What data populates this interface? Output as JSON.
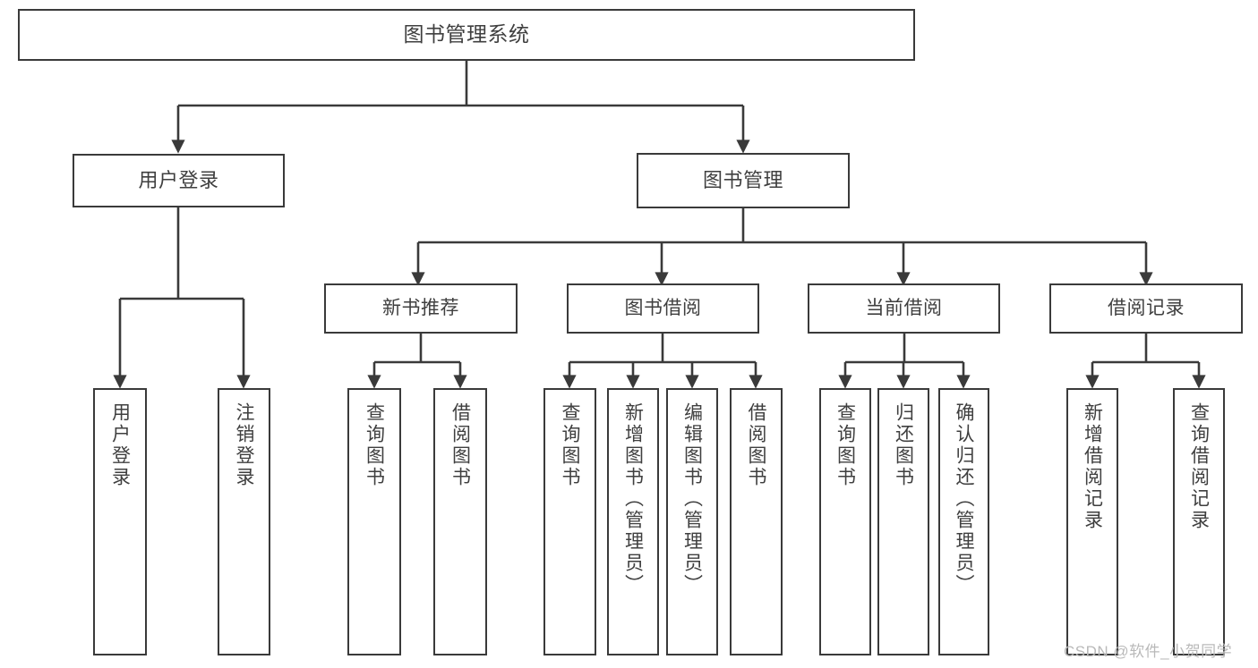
{
  "diagram": {
    "type": "tree",
    "title": "图书管理系统",
    "stroke_color": "#3a3a3a",
    "text_color": "#3f3f3f",
    "background": "#ffffff"
  },
  "root": {
    "label": "图书管理系统"
  },
  "level1": [
    {
      "id": "user-login",
      "label": "用户登录"
    },
    {
      "id": "book-management",
      "label": "图书管理"
    }
  ],
  "level2": [
    {
      "id": "new-book-recommend",
      "label": "新书推荐",
      "parent": "book-management"
    },
    {
      "id": "book-borrow",
      "label": "图书借阅",
      "parent": "book-management"
    },
    {
      "id": "current-borrow",
      "label": "当前借阅",
      "parent": "book-management"
    },
    {
      "id": "borrow-record",
      "label": "借阅记录",
      "parent": "book-management"
    }
  ],
  "leaves": [
    {
      "id": "leaf-user-login",
      "label": "用户登录",
      "parent": "user-login"
    },
    {
      "id": "leaf-logout-login",
      "label": "注销登录",
      "parent": "user-login"
    },
    {
      "id": "leaf-query-book-1",
      "label": "查询图书",
      "parent": "new-book-recommend"
    },
    {
      "id": "leaf-borrow-book-1",
      "label": "借阅图书",
      "parent": "new-book-recommend"
    },
    {
      "id": "leaf-query-book-2",
      "label": "查询图书",
      "parent": "book-borrow"
    },
    {
      "id": "leaf-add-book",
      "label": "新增图书（管理员）",
      "parent": "book-borrow"
    },
    {
      "id": "leaf-edit-book",
      "label": "编辑图书（管理员）",
      "parent": "book-borrow"
    },
    {
      "id": "leaf-borrow-book-2",
      "label": "借阅图书",
      "parent": "book-borrow"
    },
    {
      "id": "leaf-query-book-3",
      "label": "查询图书",
      "parent": "current-borrow"
    },
    {
      "id": "leaf-return-book",
      "label": "归还图书",
      "parent": "current-borrow"
    },
    {
      "id": "leaf-confirm-return",
      "label": "确认归还（管理员）",
      "parent": "current-borrow"
    },
    {
      "id": "leaf-add-record",
      "label": "新增借阅记录",
      "parent": "borrow-record"
    },
    {
      "id": "leaf-query-record",
      "label": "查询借阅记录",
      "parent": "borrow-record"
    }
  ],
  "watermark": {
    "text": "CSDN @软件_小贺同学"
  }
}
